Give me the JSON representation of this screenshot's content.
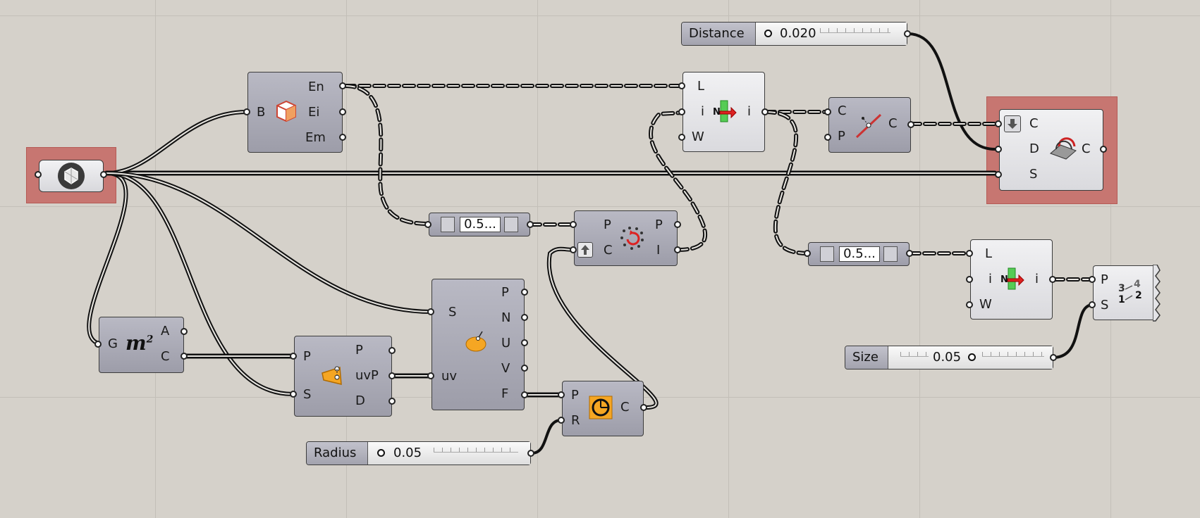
{
  "canvas": {
    "background": "#d5d1ca",
    "grid_color": "#c3bfb8",
    "selection_color": "#c77671"
  },
  "components": {
    "brep": {
      "name": "brep-param"
    },
    "deconstruct_brep": {
      "in": [
        "B"
      ],
      "out": [
        "En",
        "Ei",
        "Em"
      ]
    },
    "area": {
      "in": [
        "G"
      ],
      "out": [
        "A",
        "C"
      ],
      "icon_text": "m",
      "icon_sup": "2"
    },
    "surface_cp": {
      "in": [
        "P",
        "S"
      ],
      "out": [
        "P",
        "uvP",
        "D"
      ]
    },
    "evaluate_surface": {
      "in": [
        "S",
        "uv"
      ],
      "out": [
        "P",
        "N",
        "U",
        "V",
        "F"
      ]
    },
    "circle": {
      "in": [
        "P",
        "R"
      ],
      "out": [
        "C"
      ]
    },
    "list_item_top": {
      "in": [
        "L",
        "i",
        "W"
      ],
      "out": [
        "i"
      ],
      "icon_text": "N"
    },
    "curve_closest": {
      "in": [
        "C",
        "P"
      ],
      "out": [
        "C"
      ]
    },
    "polygon_center": {
      "in": [
        "P",
        "C"
      ],
      "out": [
        "P",
        "I"
      ]
    },
    "panel_a": {
      "value": "0.5..."
    },
    "panel_b": {
      "value": "0.5..."
    },
    "list_item_bottom": {
      "in": [
        "L",
        "i",
        "W"
      ],
      "out": [
        "i"
      ],
      "icon_text": "N"
    },
    "text_tag": {
      "in": [
        "P",
        "S"
      ],
      "icon_lines": [
        "3",
        "4",
        "1",
        "2"
      ]
    },
    "sweep": {
      "in": [
        "C",
        "D",
        "S"
      ],
      "out": [
        "C"
      ]
    }
  },
  "sliders": {
    "distance": {
      "name": "Distance",
      "value": "0.020"
    },
    "radius": {
      "name": "Radius",
      "value": "0.05"
    },
    "size": {
      "name": "Size",
      "value": "0.05"
    }
  }
}
